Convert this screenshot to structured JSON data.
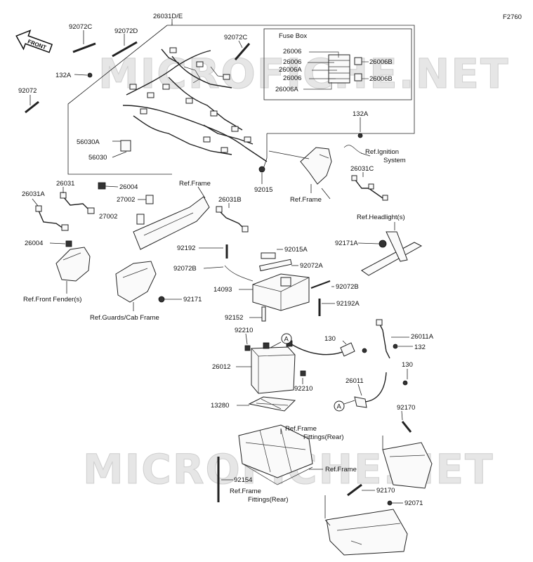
{
  "figure_code": "F2760",
  "front_arrow": "FRONT",
  "watermark": "MICROFICHE.NET",
  "fuse_box": {
    "title": "Fuse Box",
    "labels": [
      "26006",
      "26006",
      "26006A",
      "26006",
      "26006A",
      "26006B",
      "26006B"
    ]
  },
  "callout_marker": "A",
  "part_labels": {
    "p26031DE": "26031D/E",
    "p92072C_l": "92072C",
    "p92072D": "92072D",
    "p92072C_r": "92072C",
    "p132A_l": "132A",
    "p92072": "92072",
    "p56030A": "56030A",
    "p56030": "56030",
    "p26004_a": "26004",
    "p92015": "92015",
    "p132A_r": "132A",
    "p26031C": "26031C",
    "p26031A": "26031A",
    "p26031": "26031",
    "p27002_a": "27002",
    "p27002_b": "27002",
    "p26031B": "26031B",
    "p26004_b": "26004",
    "p92192": "92192",
    "p92015A": "92015A",
    "p92072A": "92072A",
    "p92072B_l": "92072B",
    "p92072B_r": "92072B",
    "p14093": "14093",
    "p92192A": "92192A",
    "p92171A": "92171A",
    "p92171": "92171",
    "p92152": "92152",
    "p92210_a": "92210",
    "p92210_b": "92210",
    "p130_a": "130",
    "p130_b": "130",
    "p26011A": "26011A",
    "p132": "132",
    "p26012": "26012",
    "p26011": "26011",
    "p13280": "13280",
    "p92170_a": "92170",
    "p92170_b": "92170",
    "p92154": "92154",
    "p92071": "92071"
  },
  "ref_labels": {
    "ignition": [
      "Ref.Ignition",
      "System"
    ],
    "frame_mid": "Ref.Frame",
    "frame_top": "Ref.Frame",
    "headlight": "Ref.Headlight(s)",
    "front_fender": "Ref.Front Fender(s)",
    "guards": "Ref.Guards/Cab Frame",
    "fittings_top": [
      "Ref.Frame",
      "Fittings(Rear)"
    ],
    "frame_low": "Ref.Frame",
    "fittings_low": [
      "Ref.Frame",
      "Fittings(Rear)"
    ]
  }
}
